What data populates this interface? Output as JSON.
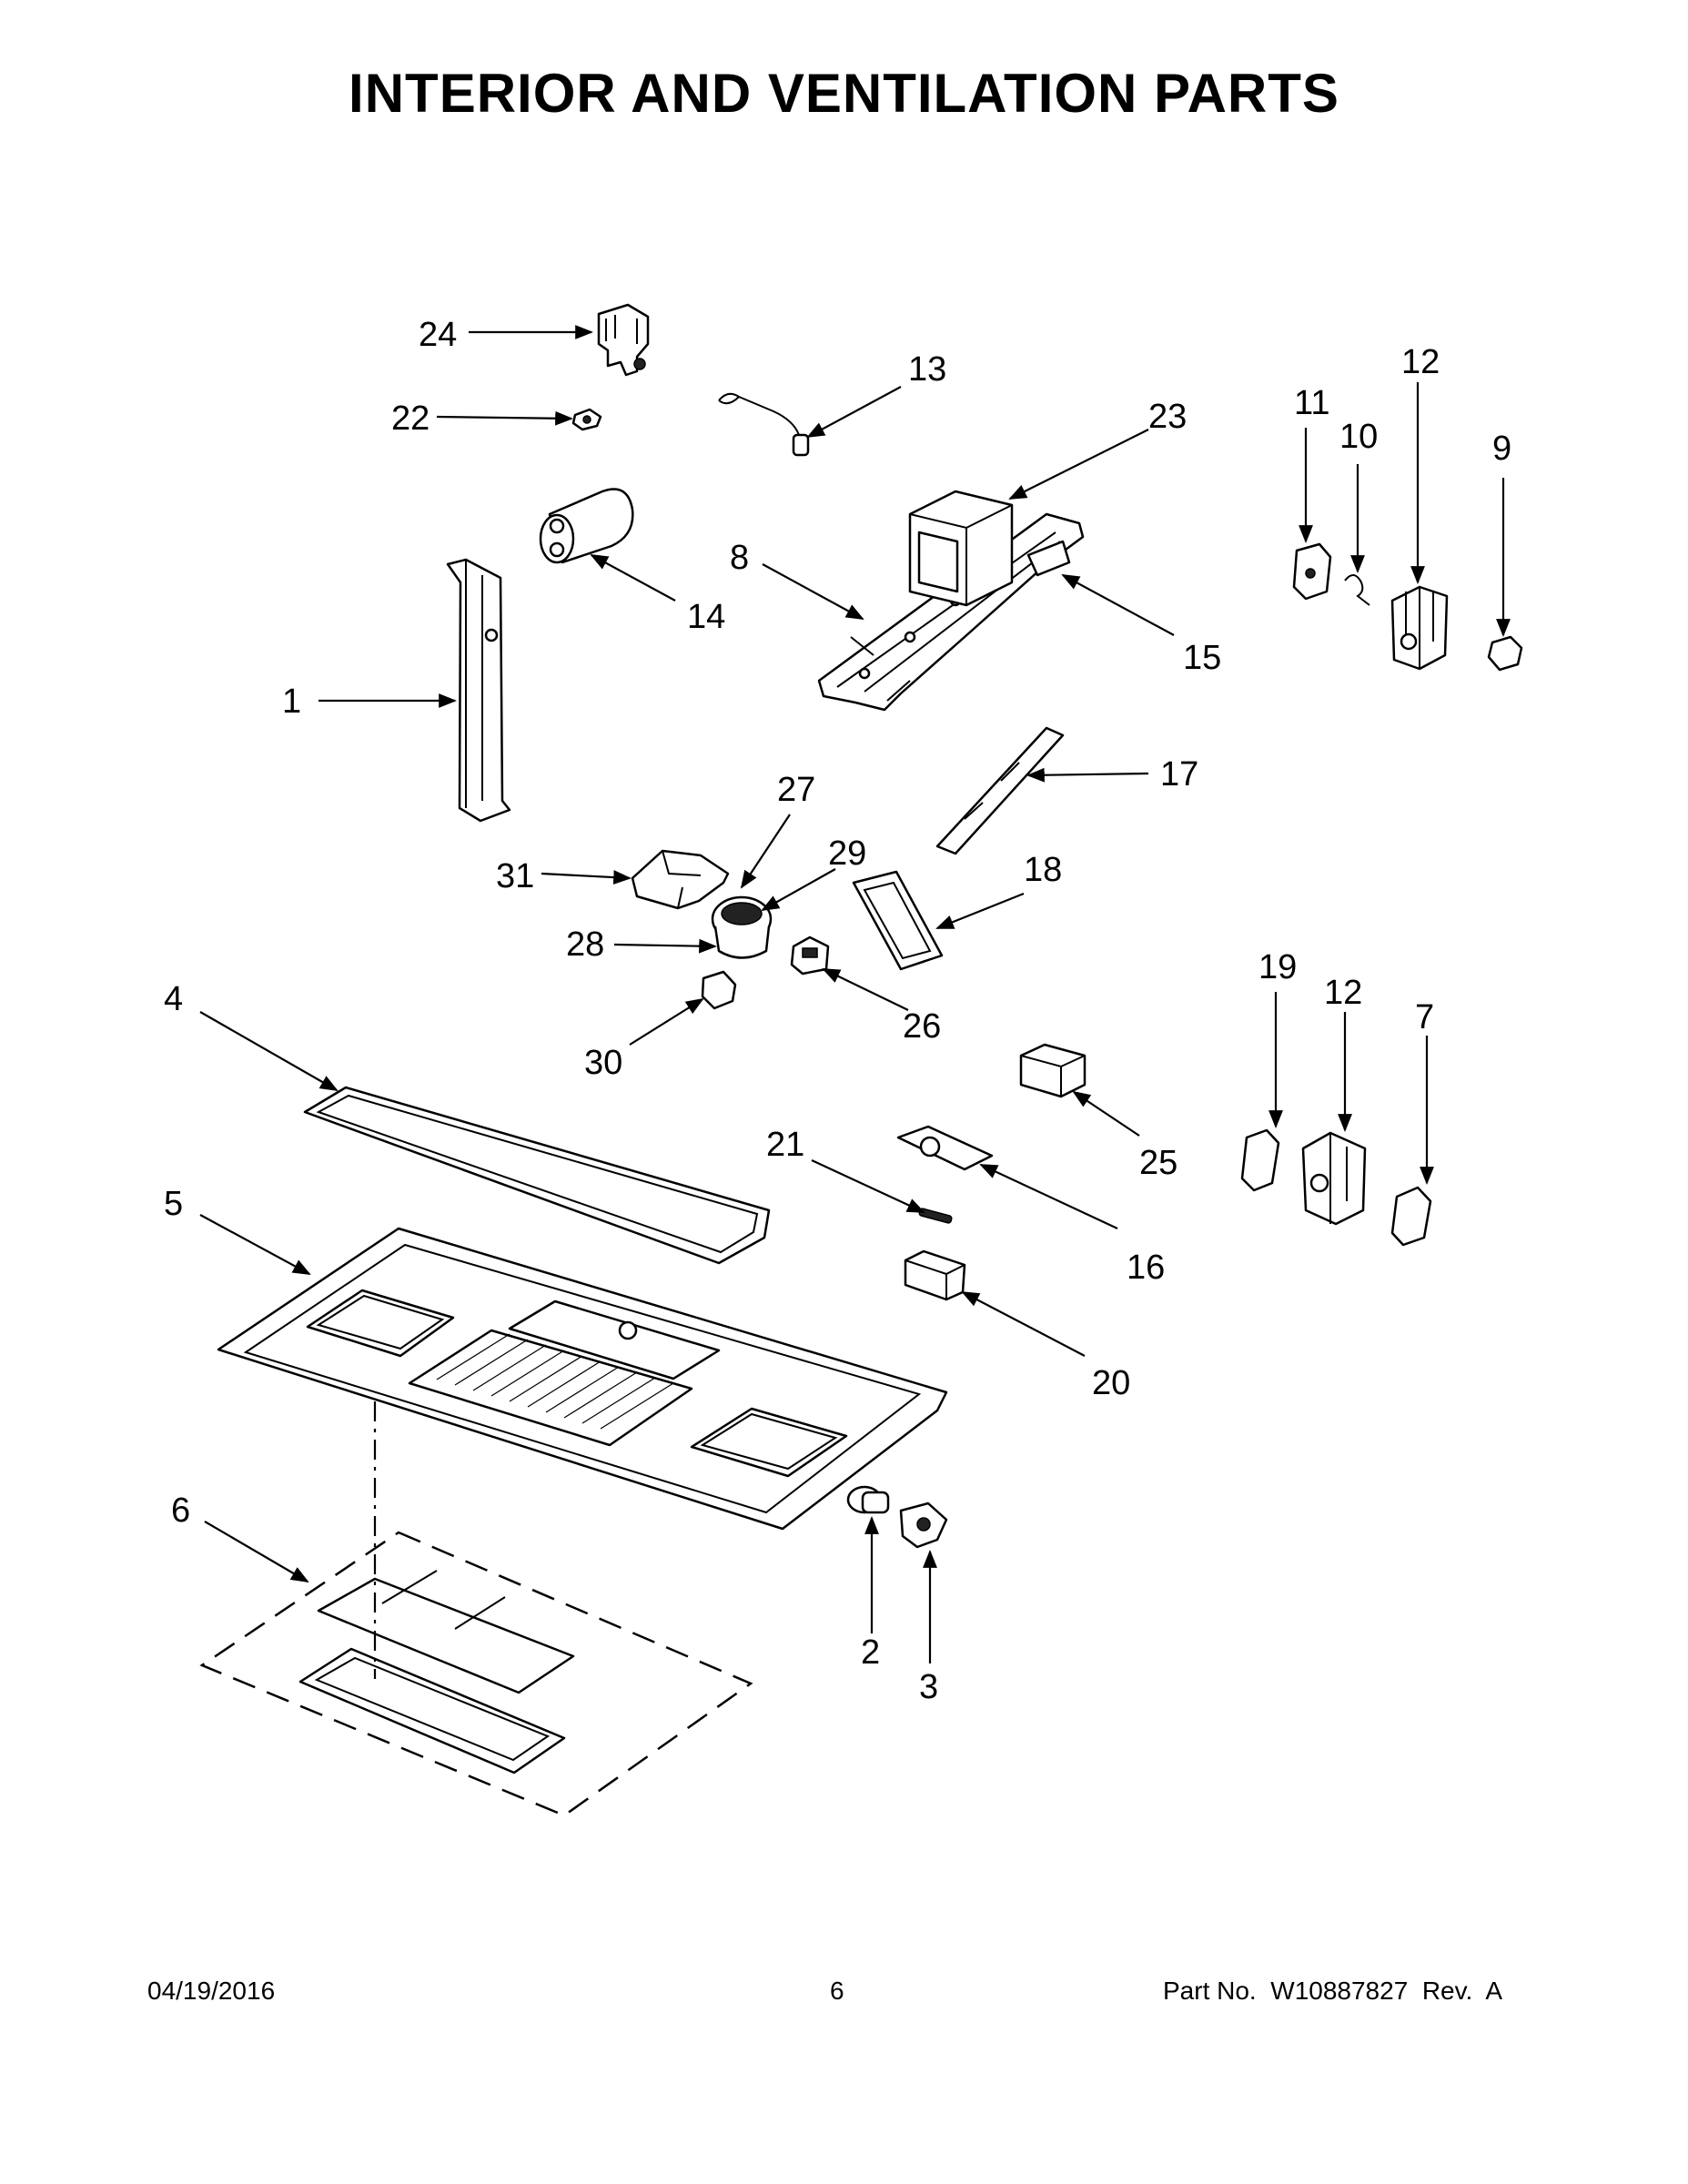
{
  "title": "INTERIOR AND VENTILATION PARTS",
  "callouts": [
    "1",
    "2",
    "3",
    "4",
    "5",
    "6",
    "7",
    "8",
    "9",
    "10",
    "11",
    "12",
    "12",
    "13",
    "14",
    "15",
    "16",
    "17",
    "18",
    "19",
    "20",
    "21",
    "22",
    "23",
    "24",
    "25",
    "26",
    "27",
    "28",
    "29",
    "30",
    "31"
  ],
  "footer": {
    "date": "04/19/2016",
    "page": "6",
    "part_number": "Part No.  W10887827  Rev.  A"
  }
}
